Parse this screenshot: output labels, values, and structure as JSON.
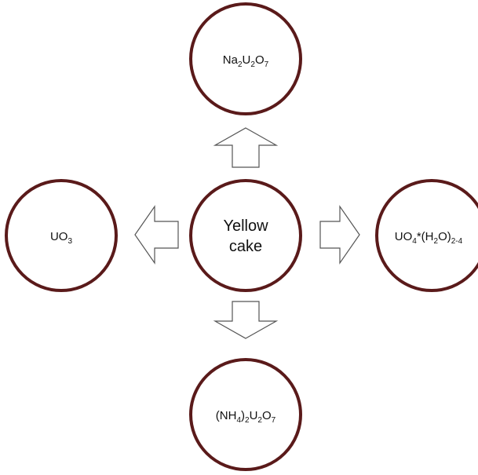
{
  "diagram": {
    "colors": {
      "circle_stroke": "#5a1a1a",
      "arrow_stroke": "#555555",
      "background": "#ffffff"
    },
    "center": {
      "line1": "Yellow",
      "line2": "cake"
    },
    "top": {
      "a": "Na",
      "a_sub": "2",
      "b": "U",
      "b_sub": "2",
      "c": "O",
      "c_sub": "7"
    },
    "left": {
      "a": "UO",
      "a_sub": "3"
    },
    "right": {
      "a": "UO",
      "a_sub": "4",
      "b": "*(H",
      "b_sub": "2",
      "c": "O)",
      "c_sub": "2-4"
    },
    "bottom": {
      "a": "(NH",
      "a_sub": "4",
      "b": ")",
      "b_sub": "2",
      "c": "U",
      "c_sub": "2",
      "d": "O",
      "d_sub": "7"
    }
  }
}
